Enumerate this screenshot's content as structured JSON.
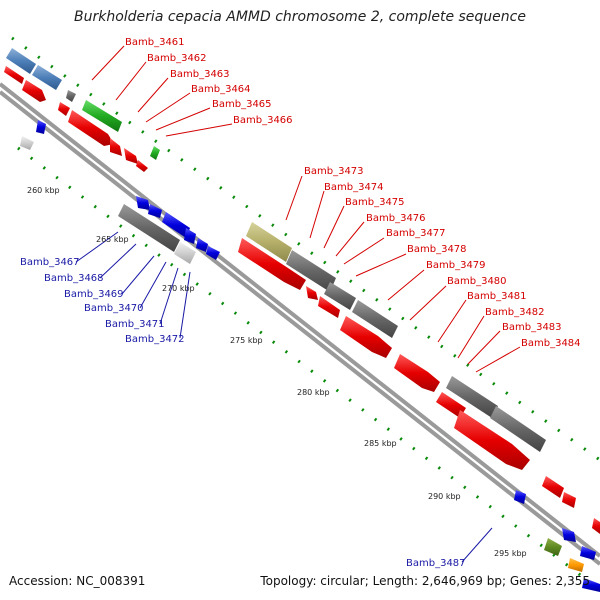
{
  "title": "Burkholderia cepacia AMMD chromosome 2, complete sequence",
  "footer": {
    "accession": "Accession: NC_008391",
    "topology": "Topology: circular;",
    "length": "Length: 2,646,969 bp;",
    "genes": "Genes: 2,355"
  },
  "colors": {
    "forward_gene": "#e60000",
    "reverse_gene": "#0000dd",
    "backbone": "#9a9a9a",
    "tick": "#0a8a0a",
    "forward_label": "#d40000",
    "reverse_label": "#1a1aa6"
  },
  "scale_labels": [
    "260 kbp",
    "265 kbp",
    "270 kbp",
    "275 kbp",
    "280 kbp",
    "285 kbp",
    "290 kbp",
    "295 kbp"
  ],
  "forward_labels": [
    "Bamb_3461",
    "Bamb_3462",
    "Bamb_3463",
    "Bamb_3464",
    "Bamb_3465",
    "Bamb_3466",
    "Bamb_3473",
    "Bamb_3474",
    "Bamb_3475",
    "Bamb_3476",
    "Bamb_3477",
    "Bamb_3478",
    "Bamb_3479",
    "Bamb_3480",
    "Bamb_3481",
    "Bamb_3482",
    "Bamb_3483",
    "Bamb_3484"
  ],
  "reverse_labels": [
    "Bamb_3467",
    "Bamb_3468",
    "Bamb_3469",
    "Bamb_3470",
    "Bamb_3471",
    "Bamb_3472",
    "Bamb_3487"
  ]
}
